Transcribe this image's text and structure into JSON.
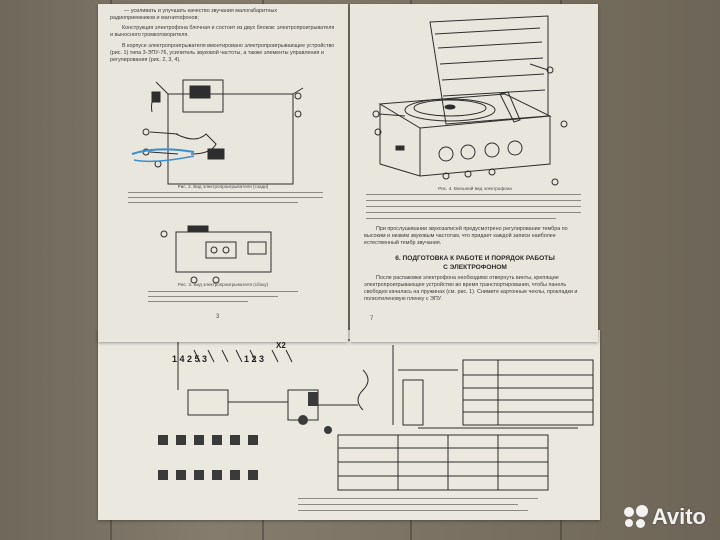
{
  "left_page": {
    "top_line": "— усиливать и улучшать качество звучания малогабаритных",
    "top_line_2": "радиоприемников и магнитофонов;",
    "para1": "Конструкция электрофона блочная и состоит из двух блоков: электропроигрывателя и выносного громкоговорителя.",
    "para2": "В корпусе электропроигрывателя вмонтировано электропроигрывающее устройство (рис. 1) типа 3-ЭПУ-76, усилитель звуковой частоты, а также элементы управления и регулирования (рис. 2, 3, 4).",
    "fig2_caption": "Рис. 2. Вид электропроигрывателя (сзади)",
    "fig3_caption": "Рис. 3. Вид электропроигрывателя (сбоку)",
    "page_number": "3"
  },
  "right_page": {
    "fig4_caption": "Рис. 4. Внешний вид электрофона",
    "para1": "При прослушивании звукозаписей предусмотрено регулирование тембра по высоким и низким звуковым частотам, что придает каждой записи наиболее естественный тембр звучания.",
    "section_title_1": "6. ПОДГОТОВКА К РАБОТЕ И ПОРЯДОК РАБОТЫ",
    "section_title_2": "С ЭЛЕКТРОФОНОМ",
    "para2": "После распаковки электрофона необходимо отвернуть винты, крепящие электропроигрывающее устройство во время транспортирования, чтобы панель свободно качалась на пружинах (см. рис. 1). Снимите картонные чехлы, прокладки и полиэтиленовую пленку с ЭПУ.",
    "page_number": "7"
  },
  "schematic": {
    "digits_a": "1 4 2 5 3",
    "digits_b": "1 2 3",
    "mark": "Х2"
  },
  "watermark": {
    "brand": "Avito"
  }
}
